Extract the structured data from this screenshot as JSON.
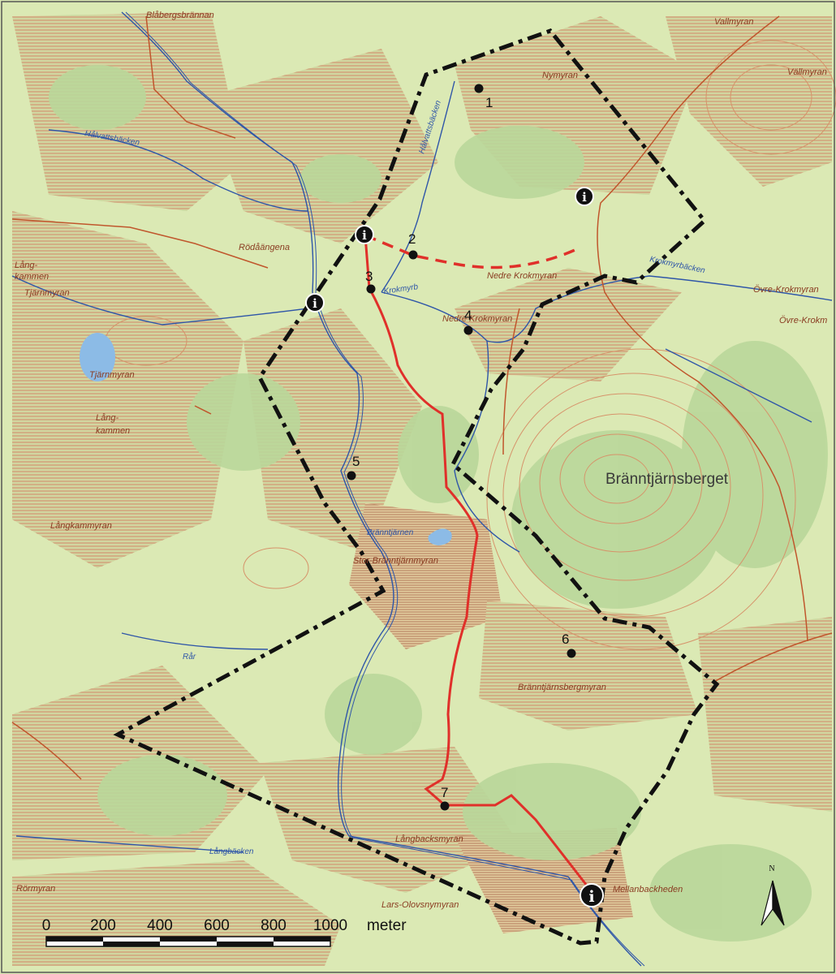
{
  "map": {
    "colors": {
      "base": "#dbe9b4",
      "forest": "#b9d79a",
      "wetland_hatch": "#c79a73",
      "contour": "#d6936a",
      "water": "#2f56a8",
      "lake": "#8cbbe6",
      "boundary": "#111111",
      "trail": "#e0302a",
      "road": "#c0562c"
    },
    "places": [
      "Blåbergsbrännan",
      "Vallmyran",
      "Vällmyran",
      "Nymyran",
      "Rödåängena",
      "Lång-",
      "kammen",
      "Tjärnmyran",
      "Tjärnmyran",
      "Lång-",
      "kammen",
      "Långkammyran",
      "Övre-Krokmyran",
      "Övre-Krokm",
      "Nedre Krokmyran",
      "Nedre Krokmyran",
      "Stor-Bränntjärnmyran",
      "Bränntjärnsbergmyran",
      "Långbacksmyran",
      "Rörmyran",
      "Lars-Olovsnymyran",
      "Mellanbackheden"
    ],
    "waters": [
      "Hålvattsbäcken",
      "Hålvattsbäcken",
      "Krokmyrb",
      "Krokmyrbäcken",
      "Bränntjärnen",
      "Långbäcken",
      "Rår"
    ],
    "mountain_label": "Bränntjärnsberget",
    "stops": [
      "1",
      "2",
      "3",
      "4",
      "5",
      "6",
      "7"
    ],
    "info_icon_letter": "i",
    "scale_bar": {
      "ticks": [
        "0",
        "200",
        "400",
        "600",
        "800",
        "1000"
      ],
      "unit": "meter"
    },
    "north_label": "N"
  }
}
